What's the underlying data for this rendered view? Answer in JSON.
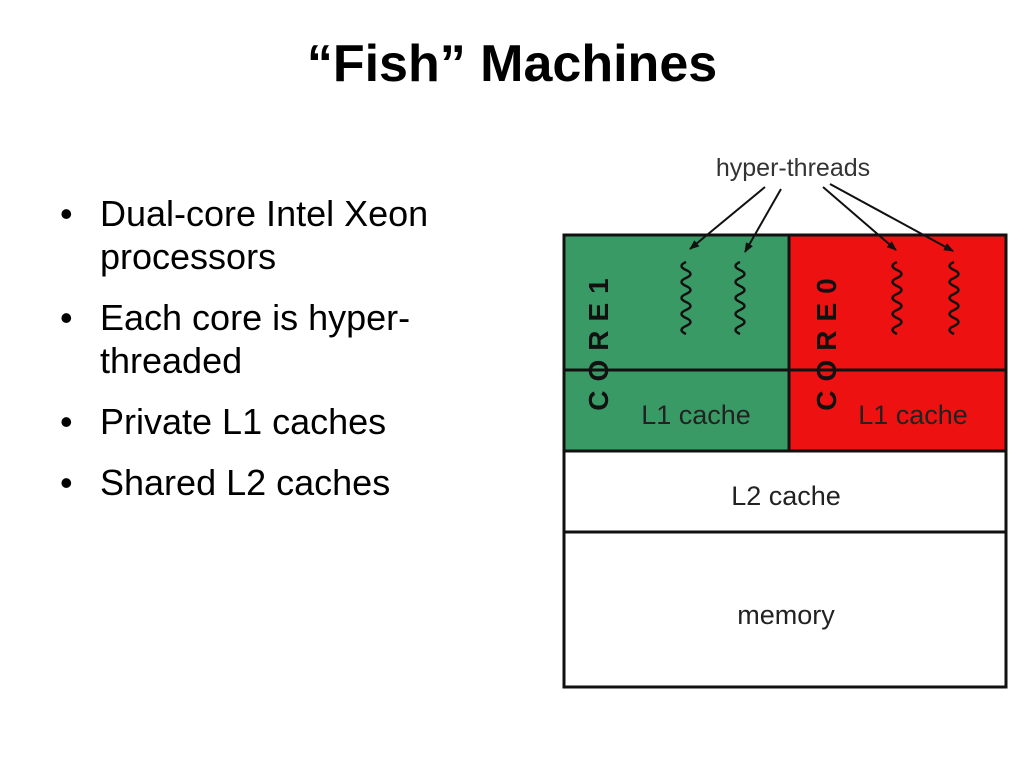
{
  "slide": {
    "title": "“Fish” Machines",
    "bullets": [
      "Dual-core Intel Xeon processors",
      "Each core is hyper-threaded",
      "Private L1 caches",
      "Shared L2 caches"
    ],
    "bullet_symbol": "•"
  },
  "diagram": {
    "hyperthreads_label": "hyper-threads",
    "core_left_label": "CORE1",
    "core_right_label": "CORE0",
    "core_left_l1_label": "L1 cache",
    "core_right_l1_label": "L1 cache",
    "l2_label": "L2 cache",
    "memory_label": "memory",
    "colors": {
      "core_left": "#3a9a65",
      "core_right": "#ee1111",
      "border": "#111111"
    }
  }
}
